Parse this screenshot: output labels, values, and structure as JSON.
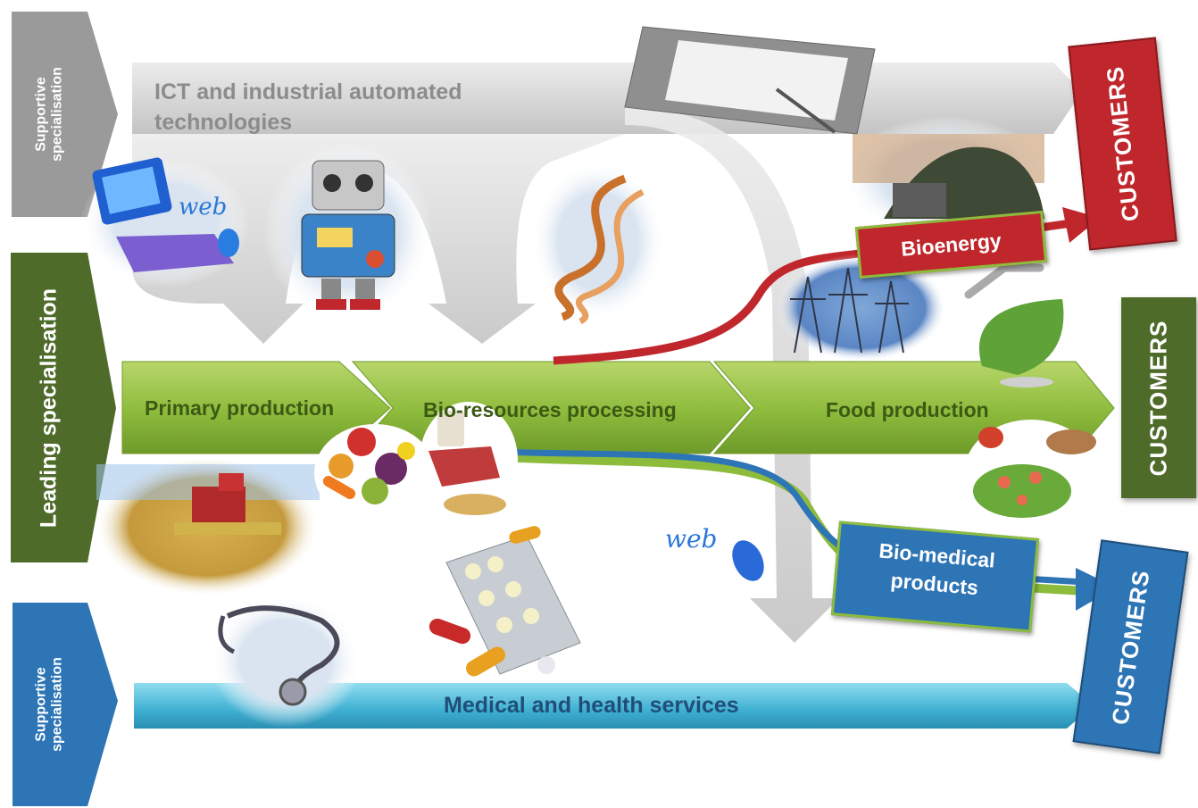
{
  "left_labels": {
    "top": "Supportive specialisation",
    "middle": "Leading specialisation",
    "bottom": "Supportive specialisation"
  },
  "ict": {
    "title": "ICT and industrial automated technologies"
  },
  "stages": [
    "Primary production",
    "Bio-resources processing",
    "Food production"
  ],
  "outputs": {
    "bioenergy": "Bioenergy",
    "biomedical_line1": "Bio-medical",
    "biomedical_line2": "products"
  },
  "medical": {
    "label": "Medical and health services"
  },
  "customers": {
    "label": "CUSTOMERS"
  },
  "colors": {
    "grey": "#b8b8b8",
    "green": "#8dbb3c",
    "dark_green": "#4f6b2a",
    "red": "#c0272d",
    "blue": "#2e75b6",
    "cyan": "#4db8d8"
  },
  "icons": [
    "computer-icon",
    "robot-icon",
    "dna-icon",
    "tablet-icon",
    "biogas-plant-icon",
    "power-lines-icon",
    "fuel-leaf-icon",
    "harvester-icon",
    "fruit-icon",
    "meat-icon",
    "salad-icon",
    "pills-icon",
    "stethoscope-icon",
    "mouse-icon"
  ]
}
